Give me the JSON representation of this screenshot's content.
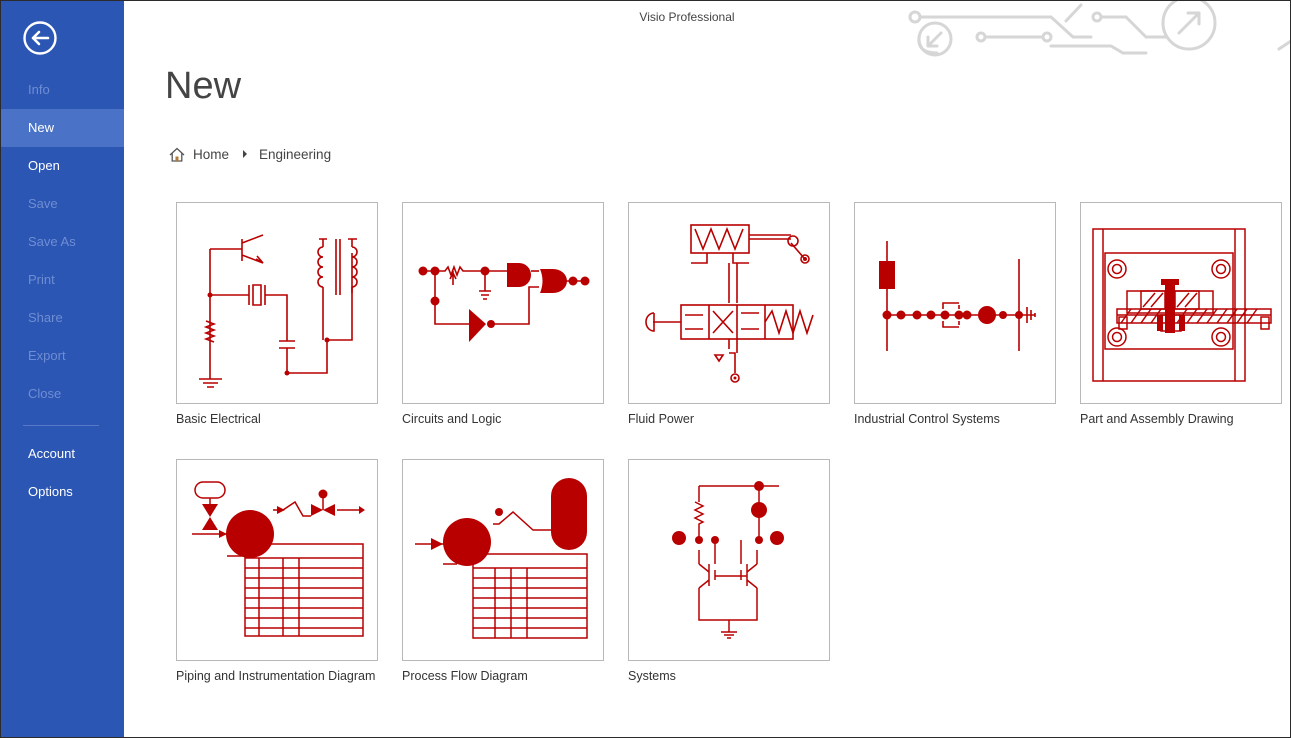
{
  "window": {
    "title": "Visio Professional"
  },
  "sidebar": {
    "back_label": "",
    "items": [
      {
        "label": "Info",
        "state": "disabled"
      },
      {
        "label": "New",
        "state": "active"
      },
      {
        "label": "Open",
        "state": "enabled"
      },
      {
        "label": "Save",
        "state": "disabled"
      },
      {
        "label": "Save As",
        "state": "disabled"
      },
      {
        "label": "Print",
        "state": "disabled"
      },
      {
        "label": "Share",
        "state": "disabled"
      },
      {
        "label": "Export",
        "state": "disabled"
      },
      {
        "label": "Close",
        "state": "disabled"
      }
    ],
    "bottom_items": [
      {
        "label": "Account"
      },
      {
        "label": "Options"
      }
    ]
  },
  "page": {
    "title": "New",
    "breadcrumb": {
      "home": "Home",
      "current": "Engineering"
    }
  },
  "templates": [
    {
      "label": "Basic Electrical",
      "icon": "basic-electrical-thumbnail"
    },
    {
      "label": "Circuits and Logic",
      "icon": "circuits-logic-thumbnail"
    },
    {
      "label": "Fluid Power",
      "icon": "fluid-power-thumbnail"
    },
    {
      "label": "Industrial Control Systems",
      "icon": "industrial-control-thumbnail"
    },
    {
      "label": "Part and Assembly Drawing",
      "icon": "part-assembly-thumbnail"
    },
    {
      "label": "Piping and Instrumentation Diagram",
      "icon": "piping-instrumentation-thumbnail"
    },
    {
      "label": "Process Flow Diagram",
      "icon": "process-flow-thumbnail"
    },
    {
      "label": "Systems",
      "icon": "systems-thumbnail"
    }
  ],
  "colors": {
    "sidebar": "#2b56b4",
    "sidebar_active": "#4a73c8",
    "diagram_red": "#b80000"
  }
}
